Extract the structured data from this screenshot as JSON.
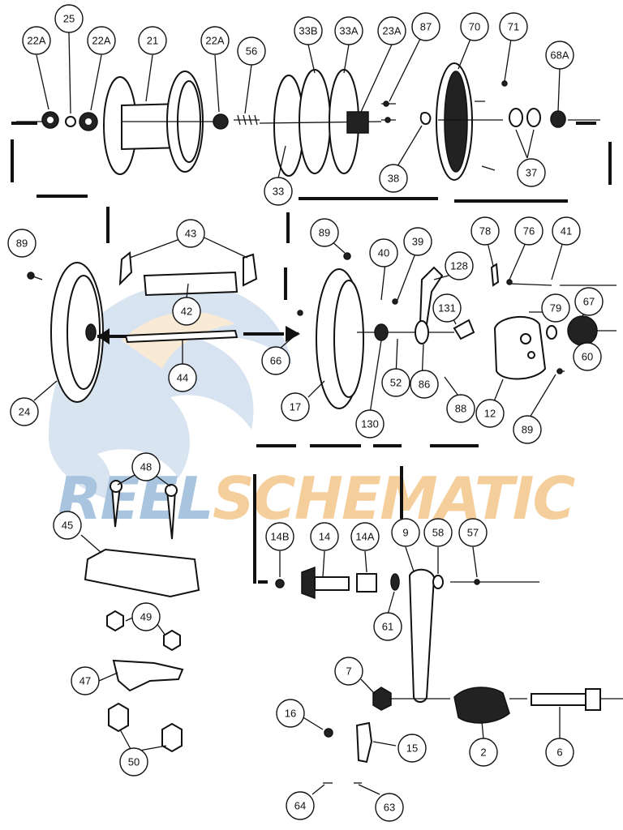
{
  "watermark": {
    "text_part1": "REEL",
    "text_part2": "SCHEMATIC",
    "color_part1": "#a9c4df",
    "color_part2": "#f5cf9b",
    "logo_color": "#9fb6d6"
  },
  "labels": {
    "p22a_a": "22A",
    "p25": "25",
    "p22a_b": "22A",
    "p21": "21",
    "p22a_c": "22A",
    "p56": "56",
    "p33b": "33B",
    "p33a": "33A",
    "p23a": "23A",
    "p87": "87",
    "p70": "70",
    "p71": "71",
    "p68a": "68A",
    "p33": "33",
    "p38": "38",
    "p37": "37",
    "p89_a": "89",
    "p43": "43",
    "p42": "42",
    "p44": "44",
    "p24": "24",
    "p66": "66",
    "p89_b": "89",
    "p40": "40",
    "p39": "39",
    "p128": "128",
    "p78": "78",
    "p76": "76",
    "p41": "41",
    "p131": "131",
    "p79": "79",
    "p67": "67",
    "p17": "17",
    "p130": "130",
    "p52": "52",
    "p86": "86",
    "p88": "88",
    "p12": "12",
    "p60": "60",
    "p89_c": "89",
    "p48": "48",
    "p45": "45",
    "p49": "49",
    "p47": "47",
    "p50": "50",
    "p14b": "14B",
    "p14": "14",
    "p14a": "14A",
    "p9": "9",
    "p58": "58",
    "p57": "57",
    "p61": "61",
    "p7": "7",
    "p16": "16",
    "p15": "15",
    "p2": "2",
    "p6": "6",
    "p64": "64",
    "p63": "63"
  }
}
